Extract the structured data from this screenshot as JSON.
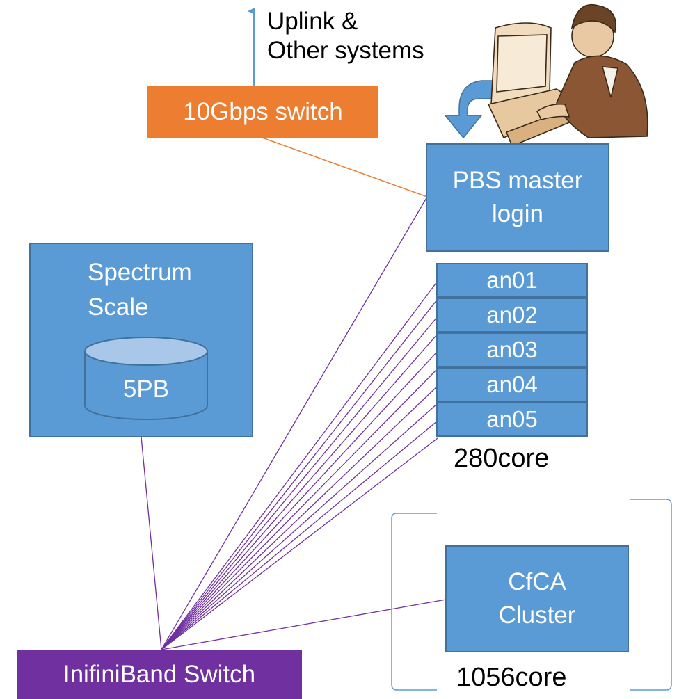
{
  "uplink": {
    "line1": "Uplink &",
    "line2": "Other systems"
  },
  "switch10g": {
    "label": "10Gbps switch",
    "color": "#ed7d31"
  },
  "pbs": {
    "line1": "PBS master",
    "line2": "login"
  },
  "nodes": [
    "an01",
    "an02",
    "an03",
    "an04",
    "an05"
  ],
  "node_cores": "280core",
  "storage": {
    "line1": "Spectrum",
    "line2": "Scale",
    "disk": "5PB"
  },
  "cfca": {
    "line1": "CfCA",
    "line2": "Cluster",
    "cores": "1056core"
  },
  "ib_switch": {
    "label": "InifiniBand Switch",
    "color": "#7030a0"
  },
  "colors": {
    "box": "#5b9bd5",
    "border": "#41719c",
    "ib_line": "#7030a0",
    "eth_line": "#ed7d31"
  },
  "icons": [
    "arrow-up-icon",
    "curved-arrow-icon",
    "person-at-computer-icon"
  ]
}
